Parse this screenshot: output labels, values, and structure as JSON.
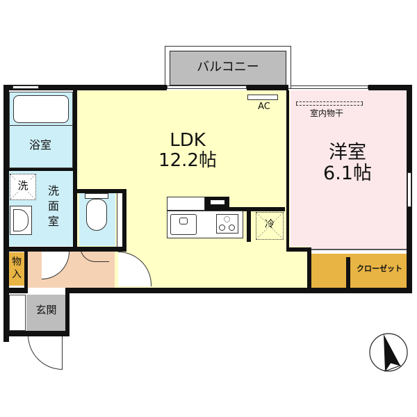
{
  "floorplan": {
    "colors": {
      "wall": "#111111",
      "ldk": "#FFFFC6",
      "western": "#FCE8EA",
      "wet": "#CDEFF7",
      "hall": "#F6D2B4",
      "storage": "#E8B444",
      "gray": "#BDBDBD"
    },
    "rooms": {
      "balcony": {
        "label": "バルコニー"
      },
      "bathroom": {
        "label": "浴室"
      },
      "washer": {
        "label": "洗"
      },
      "washroom": {
        "label": "洗\n面\n室",
        "l1": "洗",
        "l2": "面",
        "l3": "室"
      },
      "ldk": {
        "label": "LDK",
        "size": "12.2帖"
      },
      "western": {
        "label": "洋室",
        "size": "6.1帖"
      },
      "closet": {
        "label": "クローゼット"
      },
      "storage": {
        "label": "物入",
        "l1": "物",
        "l2": "入"
      },
      "entrance": {
        "label": "玄関"
      },
      "fridge": {
        "label": "冷"
      }
    },
    "fixtures": {
      "ac": {
        "label": "AC"
      },
      "indoor_drying": {
        "label": "室内物干"
      }
    },
    "compass": {
      "icon": "north-arrow-icon"
    }
  }
}
